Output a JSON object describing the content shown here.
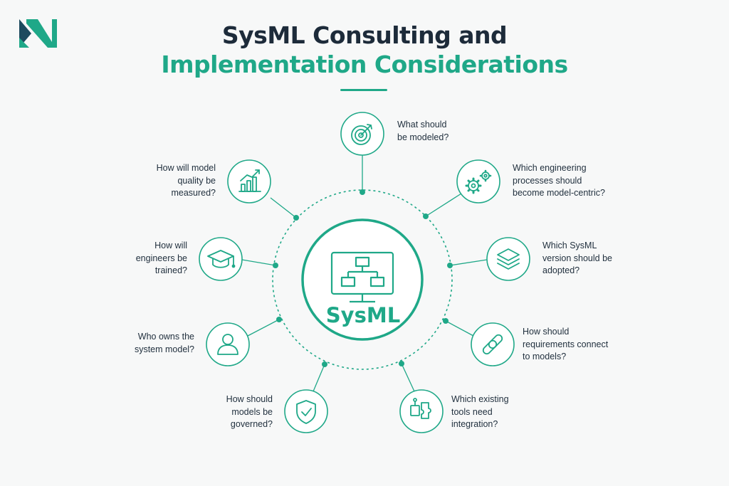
{
  "header": {
    "title_line1": "SysML Consulting and",
    "title_line2": "Implementation Considerations"
  },
  "center": {
    "label": "SysML",
    "icon": "monitor-diagram-icon"
  },
  "colors": {
    "accent": "#1fa888",
    "title_dark": "#1d2b3a",
    "text": "#22313f",
    "background": "#f7f8f8"
  },
  "nodes": [
    {
      "id": "what-modeled",
      "icon": "target-icon",
      "lines": [
        "What should",
        "be modeled?"
      ]
    },
    {
      "id": "engineering-processes",
      "icon": "gears-icon",
      "lines": [
        "Which engineering",
        "processes should",
        "become model-centric?"
      ]
    },
    {
      "id": "sysml-version",
      "icon": "layers-icon",
      "lines": [
        "Which SysML",
        "version should be",
        "adopted?"
      ]
    },
    {
      "id": "requirements-connect",
      "icon": "link-icon",
      "lines": [
        "How should",
        "requirements connect",
        "to models?"
      ]
    },
    {
      "id": "tools-integration",
      "icon": "puzzle-icon",
      "lines": [
        "Which existing",
        "tools need",
        "integration?"
      ]
    },
    {
      "id": "models-governed",
      "icon": "shield-check-icon",
      "lines": [
        "How should",
        "models be",
        "governed?"
      ]
    },
    {
      "id": "system-model-owner",
      "icon": "user-icon",
      "lines": [
        "Who owns the",
        "system model?"
      ]
    },
    {
      "id": "engineers-trained",
      "icon": "graduation-cap-icon",
      "lines": [
        "How will",
        "engineers be",
        "trained?"
      ]
    },
    {
      "id": "model-quality",
      "icon": "bar-chart-icon",
      "lines": [
        "How will model",
        "quality be",
        "measured?"
      ]
    }
  ]
}
